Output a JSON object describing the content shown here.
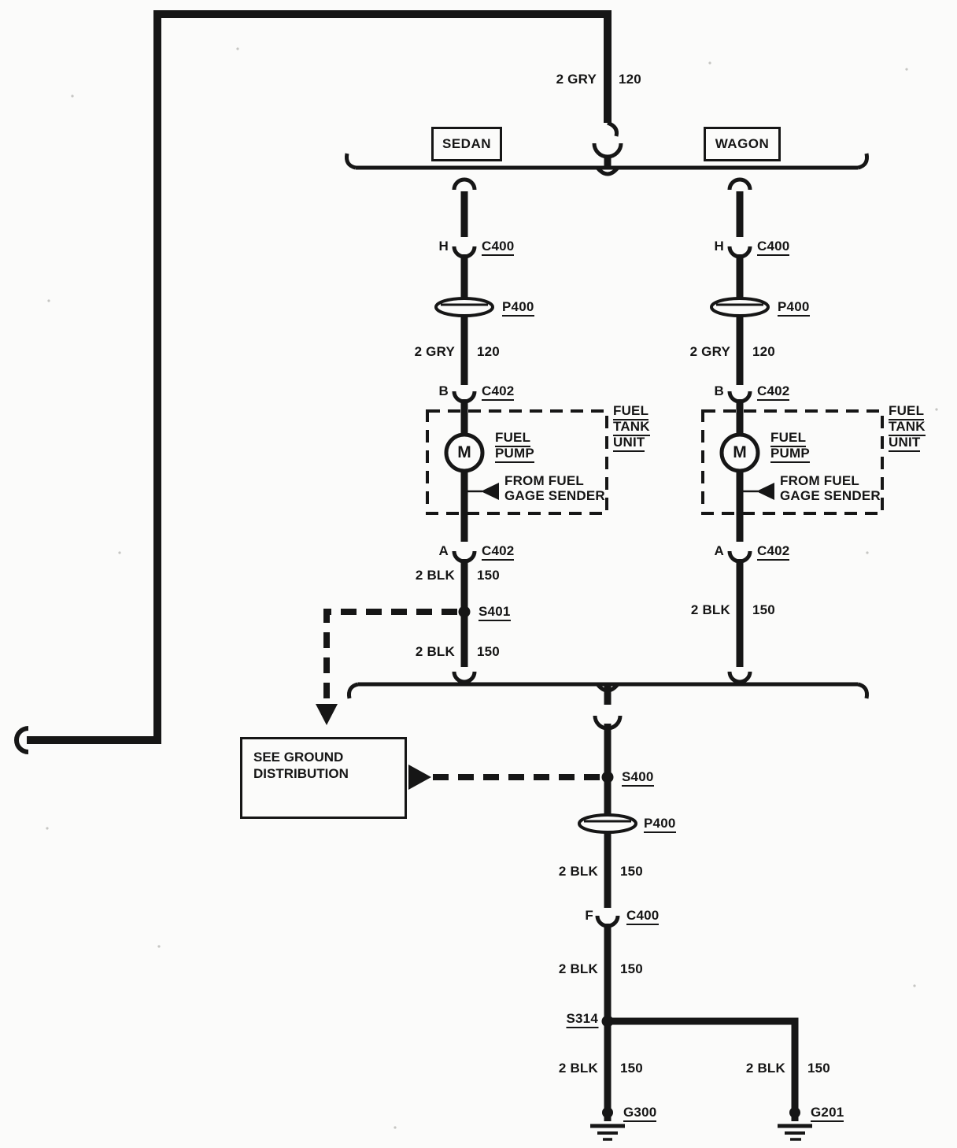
{
  "feed": {
    "gauge": "2 GRY",
    "circuit": "120"
  },
  "variants": {
    "sedan": "SEDAN",
    "wagon": "WAGON"
  },
  "sedan": {
    "c400_pin": "H",
    "c400": "C400",
    "p400": "P400",
    "gry_gauge": "2 GRY",
    "gry_circuit": "120",
    "c402b_pin": "B",
    "c402b": "C402",
    "tank1": "FUEL",
    "tank2": "TANK",
    "tank3": "UNIT",
    "pump1": "FUEL",
    "pump2": "PUMP",
    "motor": "M",
    "sender1": "FROM FUEL",
    "sender2": "GAGE SENDER",
    "c402a_pin": "A",
    "c402a": "C402",
    "blk1_gauge": "2 BLK",
    "blk1_circuit": "150",
    "splice": "S401",
    "blk2_gauge": "2 BLK",
    "blk2_circuit": "150"
  },
  "wagon": {
    "c400_pin": "H",
    "c400": "C400",
    "p400": "P400",
    "gry_gauge": "2 GRY",
    "gry_circuit": "120",
    "c402b_pin": "B",
    "c402b": "C402",
    "tank1": "FUEL",
    "tank2": "TANK",
    "tank3": "UNIT",
    "pump1": "FUEL",
    "pump2": "PUMP",
    "motor": "M",
    "sender1": "FROM FUEL",
    "sender2": "GAGE SENDER",
    "c402a_pin": "A",
    "c402a": "C402",
    "blk_gauge": "2 BLK",
    "blk_circuit": "150"
  },
  "ground_note": {
    "line1": "SEE GROUND",
    "line2": "DISTRIBUTION"
  },
  "trunk": {
    "s400": "S400",
    "p400": "P400",
    "blk1_gauge": "2 BLK",
    "blk1_circuit": "150",
    "c400_pin": "F",
    "c400": "C400",
    "blk2_gauge": "2 BLK",
    "blk2_circuit": "150",
    "s314": "S314",
    "blk3_gauge": "2 BLK",
    "blk3_circuit": "150",
    "blk4_gauge": "2 BLK",
    "blk4_circuit": "150",
    "g300": "G300",
    "g201": "G201"
  }
}
